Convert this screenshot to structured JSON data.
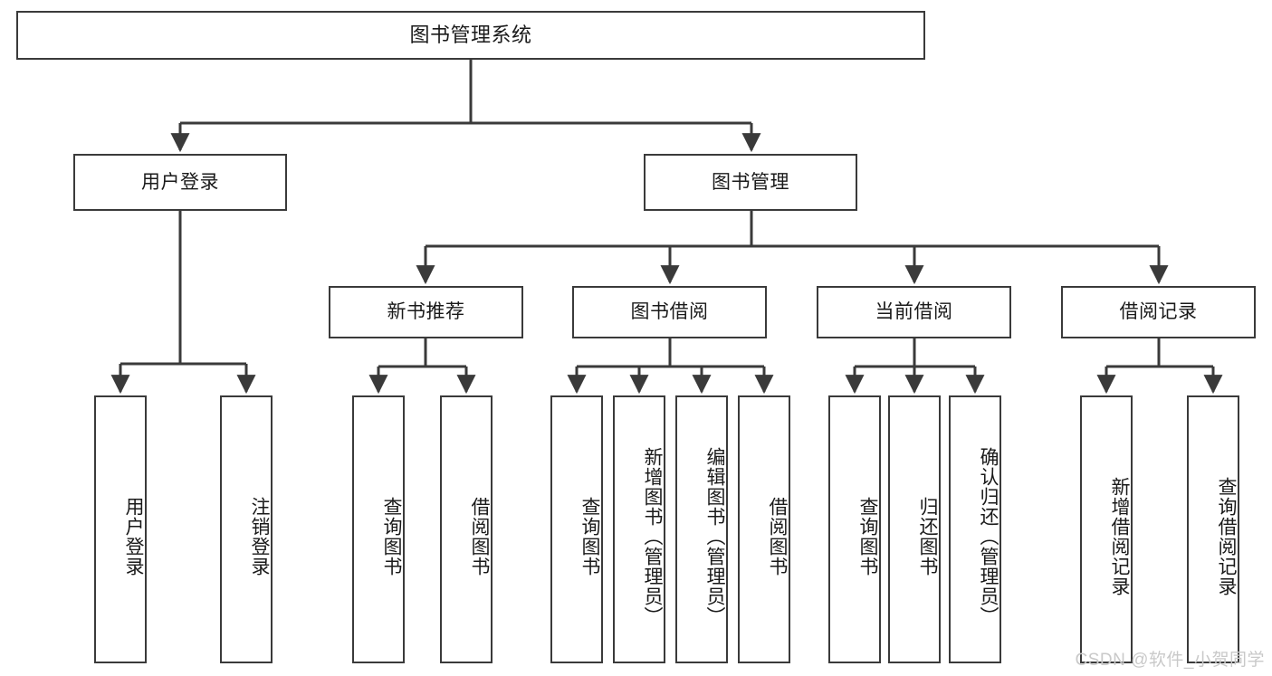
{
  "diagram": {
    "title": "图书管理系统",
    "watermark": "CSDN @软件_小贺同学",
    "line_color": "#3a3a3a",
    "box_fill": "#ffffff",
    "text_color": "#1a1a1a",
    "watermark_color": "#c9c9c9"
  },
  "nodes": {
    "root": {
      "label": "图书管理系统"
    },
    "level2": [
      {
        "label": "用户登录"
      },
      {
        "label": "图书管理"
      }
    ],
    "level3": [
      {
        "label": "新书推荐"
      },
      {
        "label": "图书借阅"
      },
      {
        "label": "当前借阅"
      },
      {
        "label": "借阅记录"
      }
    ],
    "leaves": {
      "user_login": [
        {
          "label": "用户登录"
        },
        {
          "label": "注销登录"
        }
      ],
      "new_book": [
        {
          "label": "查询图书"
        },
        {
          "label": "借阅图书"
        }
      ],
      "book_borrow": [
        {
          "label": "查询图书"
        },
        {
          "label": "新增图书（管理员）"
        },
        {
          "label": "编辑图书（管理员）"
        },
        {
          "label": "借阅图书"
        }
      ],
      "current_borrow": [
        {
          "label": "查询图书"
        },
        {
          "label": "归还图书"
        },
        {
          "label": "确认归还（管理员）"
        }
      ],
      "borrow_record": [
        {
          "label": "新增借阅记录"
        },
        {
          "label": "查询借阅记录"
        }
      ]
    }
  }
}
